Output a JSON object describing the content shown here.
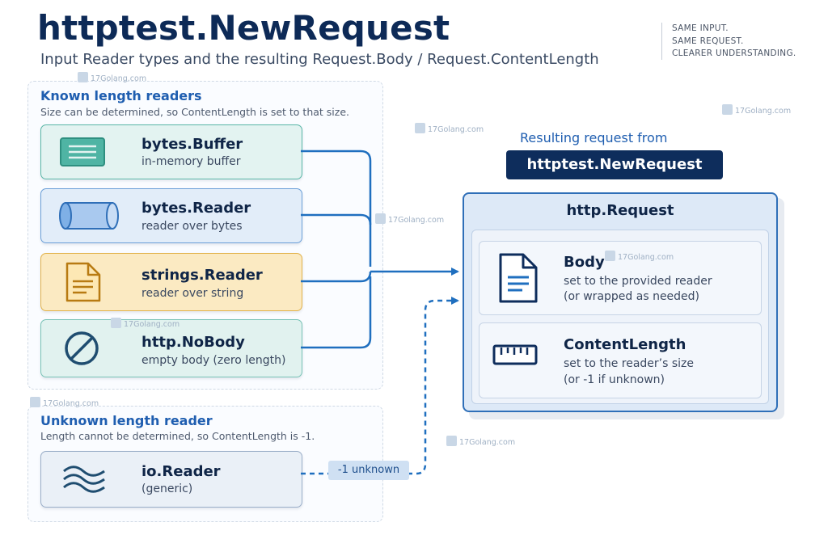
{
  "title": "httptest.NewRequest",
  "subtitle": "Input Reader types and the resulting Request.Body / Request.ContentLength",
  "tagline": [
    "SAME INPUT.",
    "SAME REQUEST.",
    "CLEARER UNDERSTANDING."
  ],
  "known": {
    "title": "Known length readers",
    "description": "Size can be determined, so ContentLength is set to that size.",
    "items": [
      {
        "name": "bytes.Buffer",
        "desc": "in-memory buffer",
        "icon": "buffer-icon"
      },
      {
        "name": "bytes.Reader",
        "desc": "reader over bytes",
        "icon": "cylinder-icon"
      },
      {
        "name": "strings.Reader",
        "desc": "reader over string",
        "icon": "document-icon"
      },
      {
        "name": "http.NoBody",
        "desc": "empty body (zero length)",
        "icon": "prohibited-icon"
      }
    ]
  },
  "unknown": {
    "title": "Unknown length reader",
    "description": "Length cannot be determined, so ContentLength is -1.",
    "item": {
      "name": "io.Reader",
      "desc": "(generic)",
      "icon": "waves-icon"
    },
    "edge_label": "-1 unknown"
  },
  "result": {
    "heading": "Resulting request from",
    "badge": "httptest.NewRequest",
    "request_title": "http.Request",
    "fields": [
      {
        "name": "Body",
        "desc_line1": "set to the provided reader",
        "desc_line2": "(or wrapped as needed)",
        "icon": "document-icon"
      },
      {
        "name": "ContentLength",
        "desc_line1": "set to the reader’s size",
        "desc_line2": "(or -1 if unknown)",
        "icon": "ruler-icon"
      }
    ]
  },
  "watermark": "17Golang.com",
  "colors": {
    "primary": "#0e2d5c",
    "accent_blue": "#1f6fbf",
    "teal": "#2f9c8e",
    "orange": "#c98a1c",
    "connector": "#1f6fbf"
  }
}
